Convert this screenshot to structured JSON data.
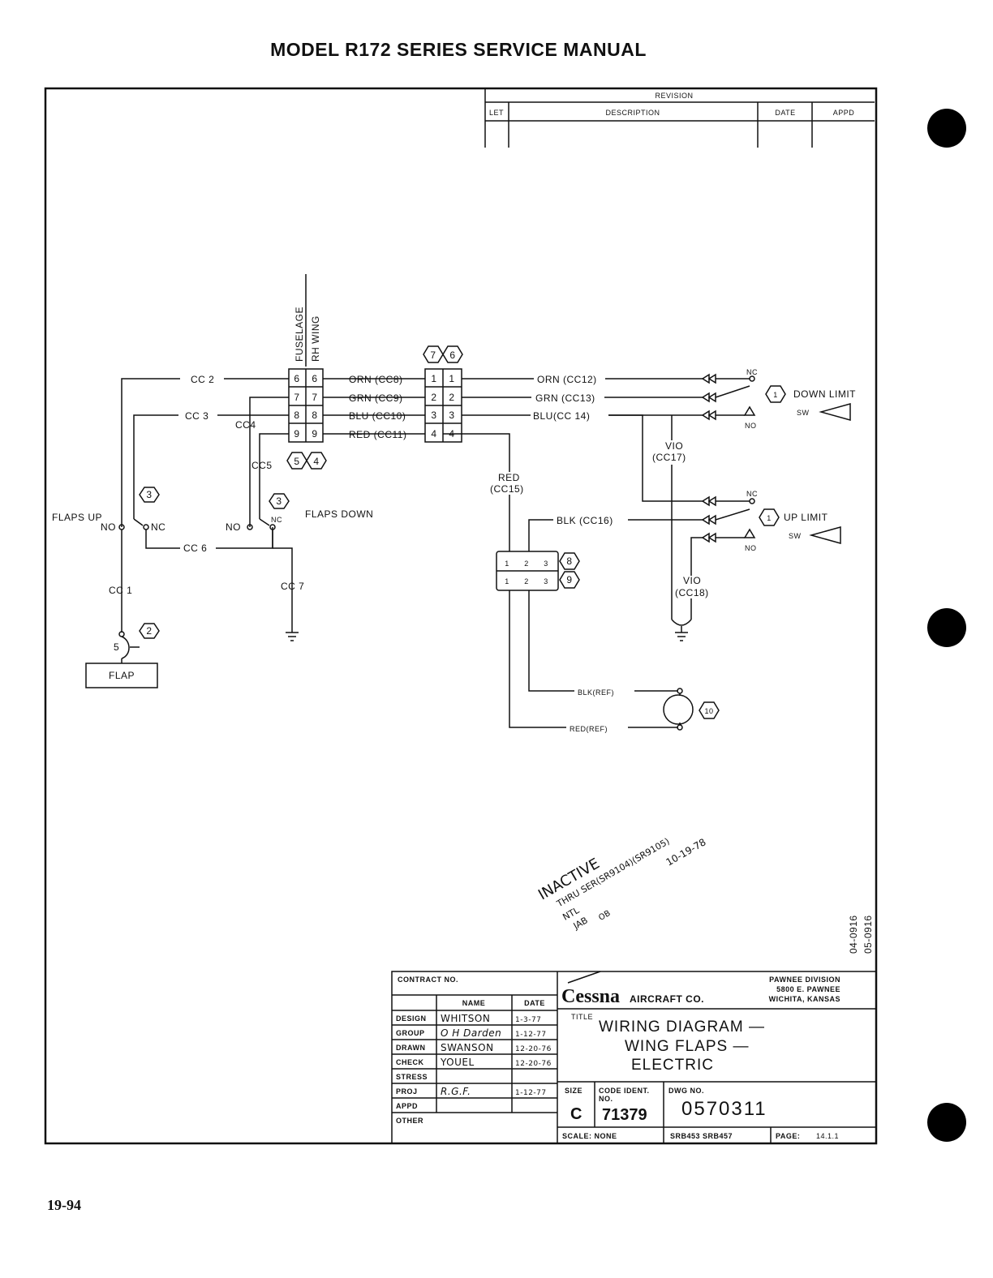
{
  "page": {
    "header": "MODEL R172 SERIES SERVICE MANUAL",
    "page_number": "19-94"
  },
  "revision": {
    "title": "REVISION",
    "col_let": "LET",
    "col_description": "DESCRIPTION",
    "col_date": "DATE",
    "col_appd": "APPD"
  },
  "connectors": {
    "side_left": "FUSELAGE",
    "side_right": "RH WING",
    "pins": [
      "6",
      "7",
      "8",
      "9"
    ],
    "pins2": [
      "1",
      "2",
      "3",
      "4"
    ],
    "callouts": {
      "a": "7",
      "b": "6",
      "c": "5",
      "d": "4",
      "e": "8",
      "f": "9",
      "g": "10",
      "h": "3",
      "i": "2",
      "j": "1"
    },
    "plug3_pins": [
      "1",
      "2",
      "3"
    ]
  },
  "wires": {
    "cc2": "CC 2",
    "cc3": "CC 3",
    "cc4": "CC4",
    "cc5": "CC5",
    "cc6": "CC 6",
    "cc7": "CC 7",
    "cc1": "CC 1",
    "orn_cc8": "ORN  (CC8)",
    "grn_cc9": "GRN (CC9)",
    "blu_cc10": "BLU (CC10)",
    "red_cc11": "RED (CC11)",
    "orn_cc12": "ORN (CC12)",
    "grn_cc13": "GRN (CC13)",
    "blu_cc14": "BLU(CC 14)",
    "vio": "VIO",
    "cc17": "(CC17)",
    "cc18": "(CC18)",
    "red": "RED",
    "cc15": "(CC15)",
    "blk_cc16": "BLK (CC16)",
    "blk_ref": "BLK(REF)",
    "red_ref": "RED(REF)"
  },
  "switches": {
    "flaps_up": "FLAPS UP",
    "flaps_down": "FLAPS DOWN",
    "no": "NO",
    "nc": "NC",
    "down_limit": "DOWN LIMIT",
    "up_limit": "UP LIMIT",
    "sw": "SW",
    "flap": "FLAP",
    "flap_pin": "5"
  },
  "stamp": {
    "line1": "INACTIVE",
    "line2": "THRU SER(SR9104)(SR9105)",
    "date": "10-19-78",
    "initials": [
      "NTL",
      "JAB",
      "OB"
    ]
  },
  "side_codes": [
    "04-0916",
    "05-0916"
  ],
  "title_block": {
    "contract": "CONTRACT NO.",
    "col_name": "NAME",
    "col_date": "DATE",
    "rows": [
      {
        "role": "DESIGN",
        "name": "WHITSON",
        "date": "1-3-77"
      },
      {
        "role": "GROUP",
        "name": "O H Darden",
        "date": "1-12-77"
      },
      {
        "role": "DRAWN",
        "name": "SWANSON",
        "date": "12-20-76"
      },
      {
        "role": "CHECK",
        "name": "YOUEL",
        "date": "12-20-76"
      },
      {
        "role": "STRESS",
        "name": "",
        "date": ""
      },
      {
        "role": "PROJ",
        "name": "R.G.F.",
        "date": "1-12-77"
      },
      {
        "role": "APPD",
        "name": "",
        "date": ""
      },
      {
        "role": "OTHER",
        "name": "",
        "date": ""
      }
    ],
    "company_logo": "Cessna",
    "company_suffix": "AIRCRAFT CO.",
    "division": "PAWNEE DIVISION",
    "address1": "5800 E. PAWNEE",
    "address2": "WICHITA, KANSAS",
    "title_label": "TITLE",
    "title_lines": [
      "WIRING  DIAGRAM  —",
      "WING  FLAPS  —",
      "ELECTRIC"
    ],
    "size_label": "SIZE",
    "size": "C",
    "code_ident_label": "CODE IDENT.",
    "no_label": "NO.",
    "code_ident": "71379",
    "dwg_no_label": "DWG NO.",
    "dwg_no": "0570311",
    "scale": "SCALE: NONE",
    "refs": "SRB453  SRB457",
    "page_label": "PAGE:",
    "page": "14.1.1"
  }
}
